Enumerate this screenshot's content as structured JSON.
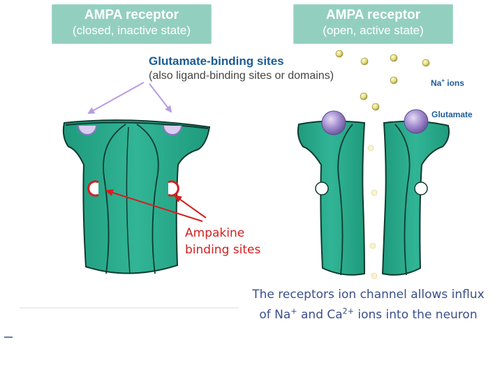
{
  "left_title": {
    "line1": "AMPA receptor",
    "line2": "(closed, inactive state)"
  },
  "right_title": {
    "line1": "AMPA receptor",
    "line2": "(open, active state)"
  },
  "glutamate_sites": {
    "line1": "Glutamate-binding sites",
    "line2": "(also ligand-binding sites or domains)"
  },
  "na_label": {
    "text": "Na",
    "sup": "+",
    "suffix": " ions"
  },
  "glutamate_label": "Glutamate",
  "ampakine": {
    "line1": "Ampakine",
    "line2": "binding sites"
  },
  "caption": {
    "line1": "The receptors ion channel allows influx",
    "line2_a": "of Na",
    "line2_sup1": "+",
    "line2_b": " and Ca",
    "line2_sup2": "2+",
    "line2_c": " ions into the neuron"
  },
  "colors": {
    "receptor_fill": "#27a98a",
    "receptor_stroke": "#0e3b30",
    "title_bg": "#93cfbf",
    "glutamate_text": "#1b5c97",
    "ampakine_red": "#d41f1f",
    "arrow_lilac": "#b89ae6",
    "caption_blue": "#3a4f8c",
    "ion_yellow": "#e3dc7a",
    "glutamate_purple": "#a48fcf"
  }
}
